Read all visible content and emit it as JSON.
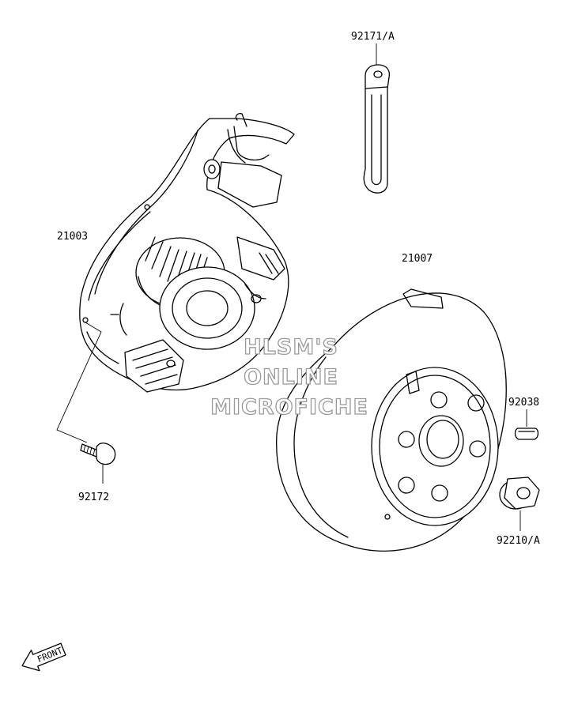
{
  "parts": {
    "p92171a": "92171/A",
    "p21003": "21003",
    "p21007": "21007",
    "p92038": "92038",
    "p92172": "92172",
    "p92210a": "92210/A"
  },
  "watermark": {
    "line1": "HLSM'S",
    "line2": "ONLINE",
    "line3": "MICROFICHE"
  },
  "front_arrow": {
    "label": "FRONT"
  }
}
